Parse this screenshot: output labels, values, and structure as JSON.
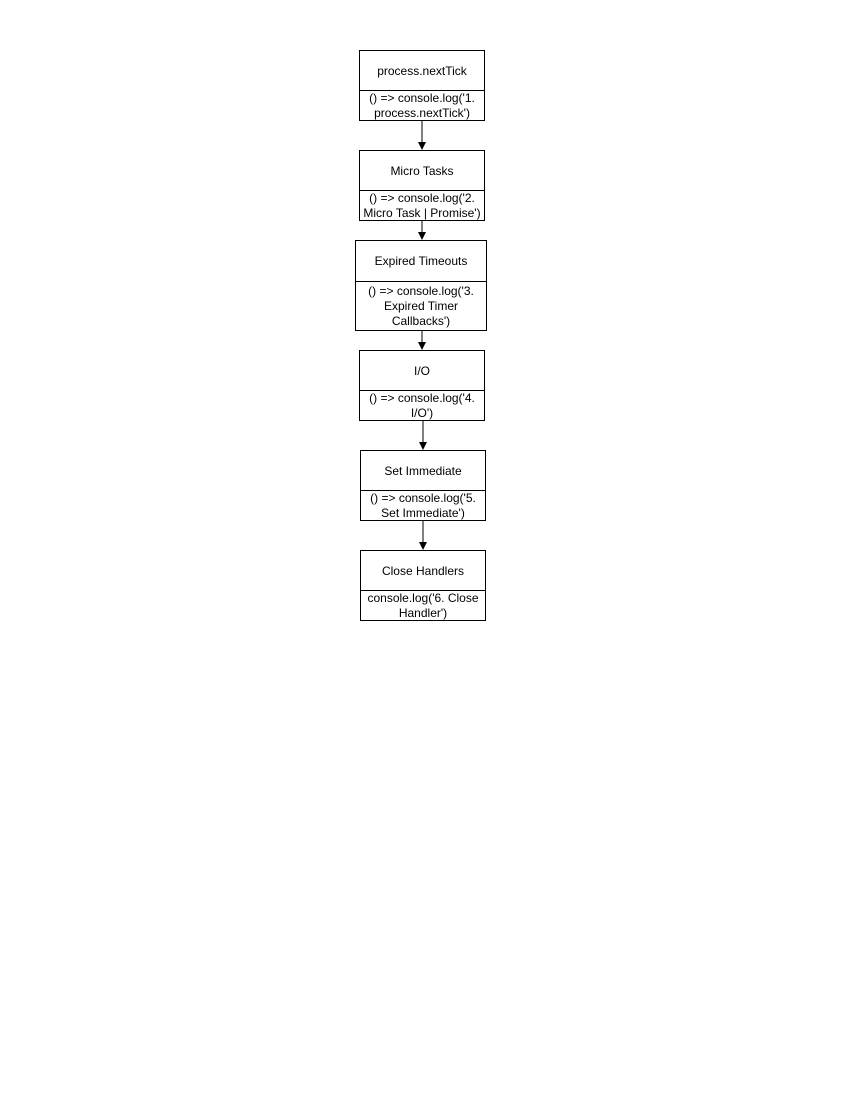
{
  "nodes": [
    {
      "title": "process.nextTick",
      "body": "() => console.log('1.\nprocess.nextTick')"
    },
    {
      "title": "Micro Tasks",
      "body": "() => console.log('2.\nMicro Task | Promise')"
    },
    {
      "title": "Expired Timeouts",
      "body": "() => console.log('3.\nExpired Timer\nCallbacks')"
    },
    {
      "title": "I/O",
      "body": "() => console.log('4.\nI/O')"
    },
    {
      "title": "Set Immediate",
      "body": "() => console.log('5.\nSet Immediate')"
    },
    {
      "title": "Close Handlers",
      "body": "console.log('6. Close\nHandler')"
    }
  ]
}
